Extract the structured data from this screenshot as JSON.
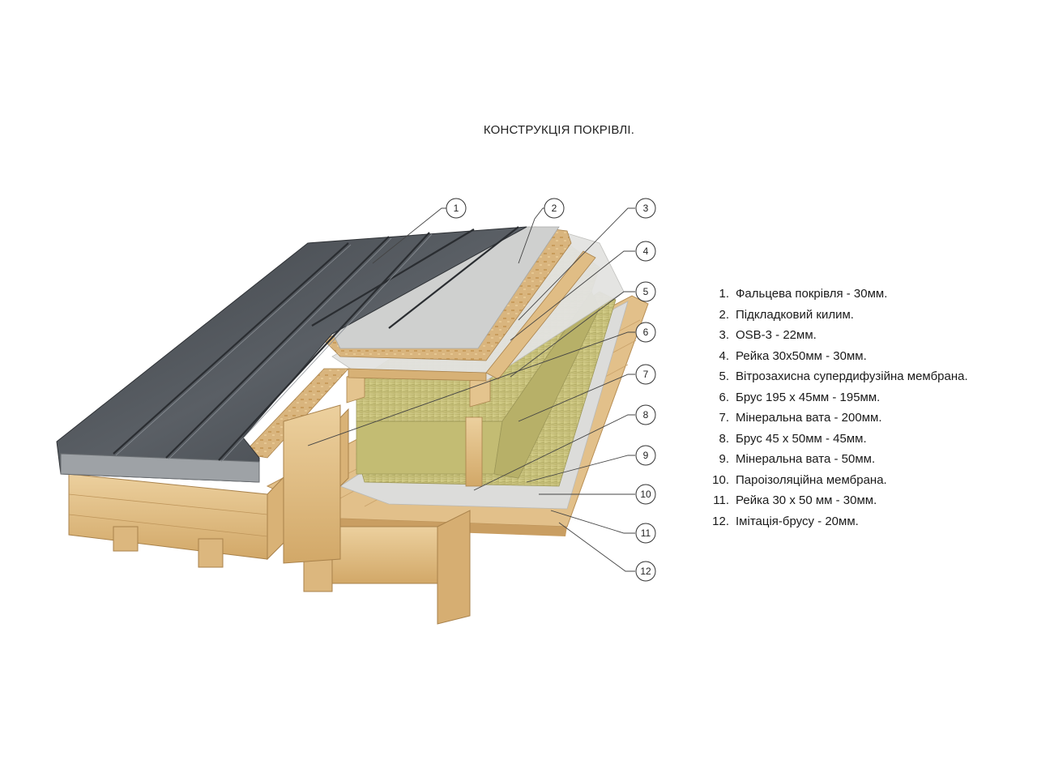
{
  "title": "КОНСТРУКЦІЯ ПОКРІВЛІ.",
  "legend": [
    {
      "num": "1.",
      "text": "Фальцева покрівля -  30мм."
    },
    {
      "num": "2.",
      "text": "Підкладковий килим."
    },
    {
      "num": "3.",
      "text": "OSB-3  - 22мм."
    },
    {
      "num": "4.",
      "text": "Рейка 30х50мм  - 30мм."
    },
    {
      "num": "5.",
      "text": "Вітрозахисна супердифузійна мембрана."
    },
    {
      "num": "6.",
      "text": "Брус  195 х 45мм  - 195мм."
    },
    {
      "num": "7.",
      "text": "Мінеральна вата  - 200мм."
    },
    {
      "num": "8.",
      "text": "Брус 45 х 50мм  - 45мм."
    },
    {
      "num": "9.",
      "text": "Мінеральна вата  - 50мм."
    },
    {
      "num": "10.",
      "text": "Пароізоляційна мембрана."
    },
    {
      "num": "11.",
      "text": "Рейка 30 х 50 мм  - 30мм."
    },
    {
      "num": "12.",
      "text": "Імітація-брусу  - 20мм."
    }
  ],
  "callouts": [
    "1",
    "2",
    "3",
    "4",
    "5",
    "6",
    "7",
    "8",
    "9",
    "10",
    "11",
    "12"
  ],
  "colors": {
    "metal": "#4f5358",
    "metal_light": "#7c8187",
    "osb": "#d9b57e",
    "membrane": "#d5d6d4",
    "wool": "#c8c27a",
    "wood": "#e3c08a",
    "wood_dark": "#c79e61"
  }
}
